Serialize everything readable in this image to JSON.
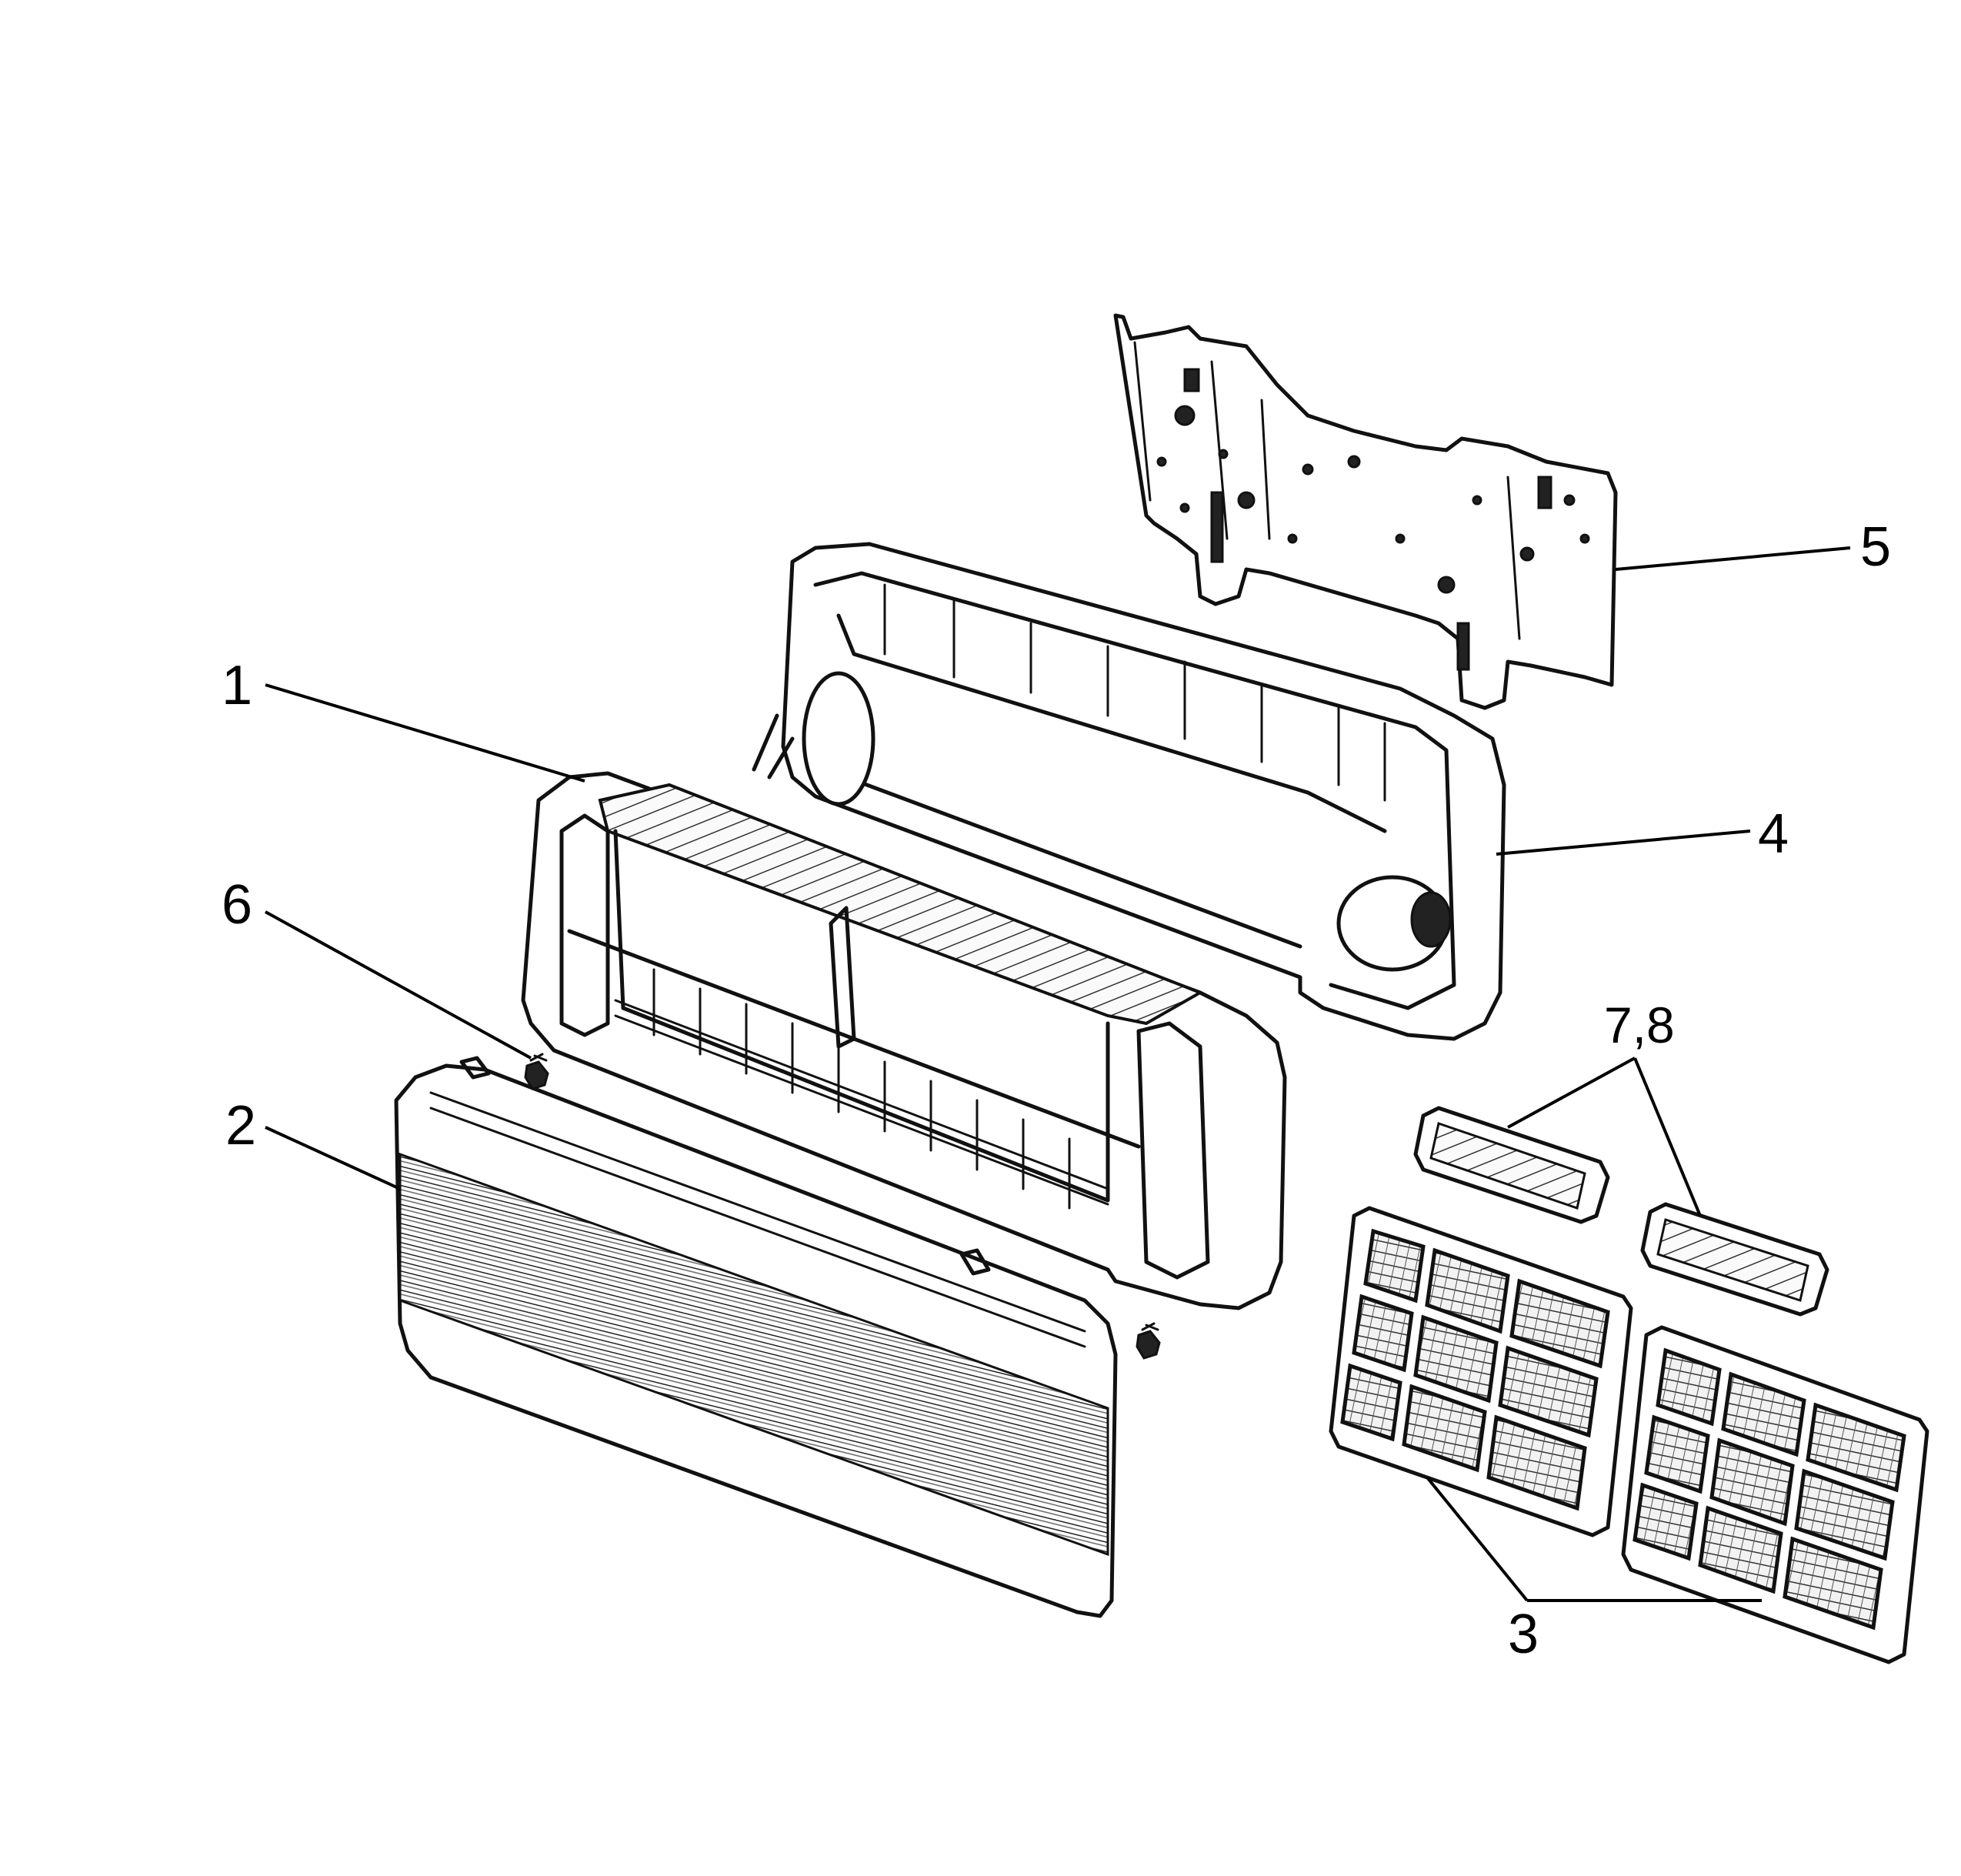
{
  "diagram": {
    "callouts": [
      {
        "id": "1",
        "label": "1",
        "part": "front-panel-frame"
      },
      {
        "id": "2",
        "label": "2",
        "part": "front-grille-panel"
      },
      {
        "id": "3",
        "label": "3",
        "part": "air-filters"
      },
      {
        "id": "4",
        "label": "4",
        "part": "chassis"
      },
      {
        "id": "5",
        "label": "5",
        "part": "mounting-plate"
      },
      {
        "id": "6",
        "label": "6",
        "part": "screw-caps"
      },
      {
        "id": "7_8",
        "label": "7,8",
        "part": "auxiliary-filters"
      }
    ]
  }
}
